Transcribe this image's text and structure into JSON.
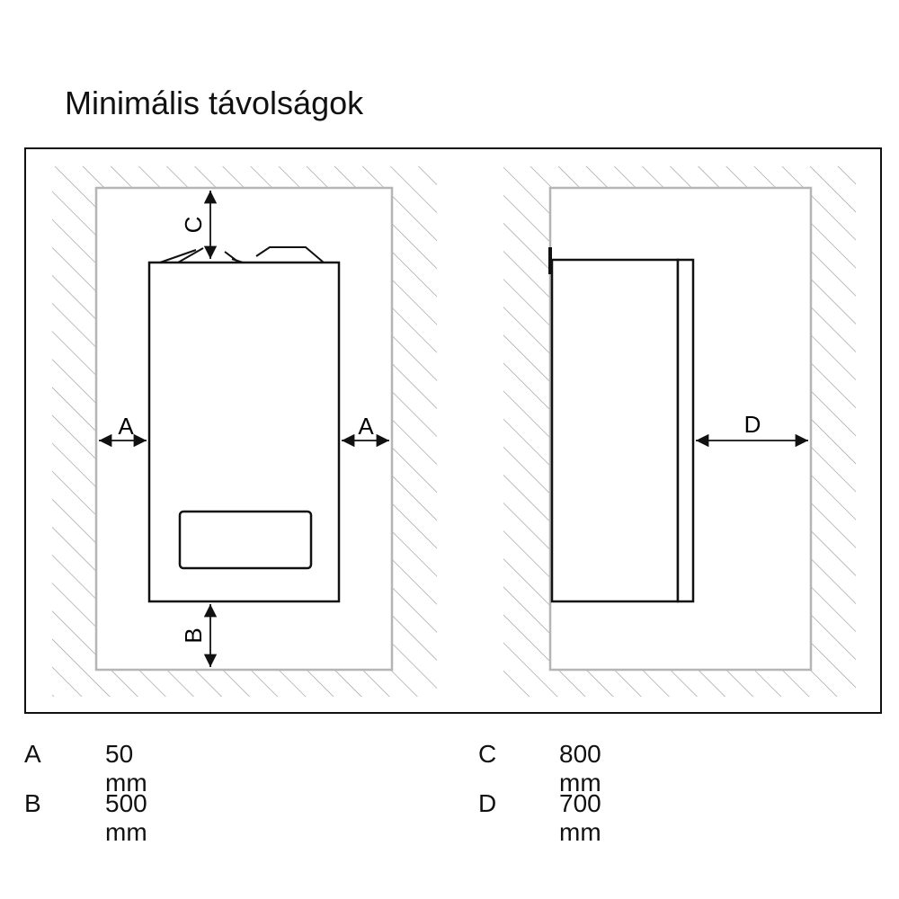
{
  "title": "Minimális távolságok",
  "labels": {
    "a_left": "A",
    "a_right": "A",
    "b": "B",
    "c": "C",
    "d": "D"
  },
  "legend": [
    {
      "key": "A",
      "value": "50 mm"
    },
    {
      "key": "B",
      "value": "500 mm"
    },
    {
      "key": "C",
      "value": "800 mm"
    },
    {
      "key": "D",
      "value": "700 mm"
    }
  ]
}
